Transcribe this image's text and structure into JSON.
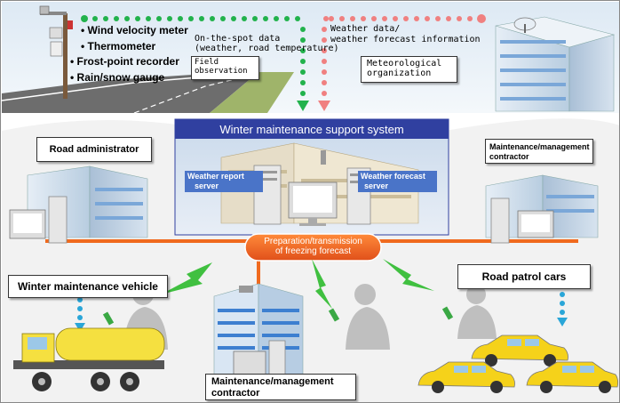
{
  "sensors": {
    "items": [
      "• Wind velocity meter",
      "• Thermometer",
      "• Frost-point recorder",
      "• Rain/snow gauge"
    ]
  },
  "field": {
    "onspot_line1": "On-the-spot data",
    "onspot_line2": "(weather, road temperature)",
    "box_line1": "Field",
    "box_line2": " observation"
  },
  "meteo": {
    "data_line1": "Weather data/",
    "data_line2": "weather forecast information",
    "box_line1": "Meteorological",
    "box_line2": "organization"
  },
  "system": {
    "title": "Winter maintenance support system",
    "report_line1": "Weather report",
    "report_line2": "server",
    "forecast_line1": "Weather forecast",
    "forecast_line2": "server"
  },
  "road_admin": {
    "label": "Road administrator"
  },
  "contractor_top": {
    "line1": "Maintenance/management",
    "line2": "contractor"
  },
  "freezing": {
    "line1": "Preparation/transmission",
    "line2": "of freezing forecast"
  },
  "vehicle": {
    "label": "Winter maintenance vehicle"
  },
  "patrol": {
    "label": "Road patrol cars"
  },
  "contractor_bottom": {
    "line1": "Maintenance/management",
    "line2": "contractor"
  },
  "colors": {
    "green_dots": "#22b24c",
    "red_dots": "#f08080",
    "system_header": "#3040a0",
    "server_label": "#4a74c8",
    "network_line": "#f06a1e",
    "wireless": "#40c040",
    "cyan_dots": "#2aa6d8",
    "taxi": "#f5d21a"
  }
}
